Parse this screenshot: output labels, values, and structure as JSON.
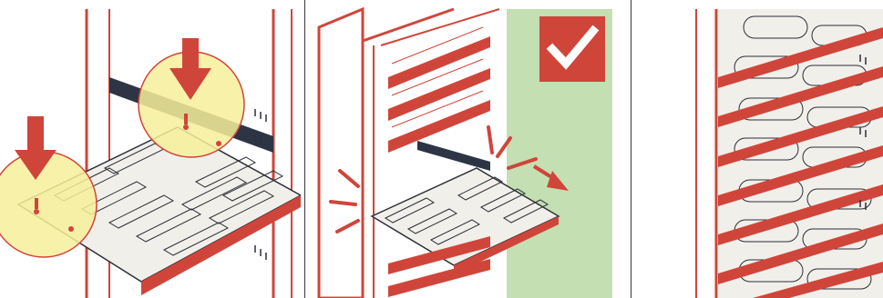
{
  "panels": [
    {
      "id": "panel-1",
      "caption": ""
    },
    {
      "id": "panel-2",
      "caption": ""
    },
    {
      "id": "panel-3",
      "caption": ""
    }
  ],
  "icons": {
    "push_down_arrow": "arrow-down-icon",
    "approval_check": "checkmark-icon",
    "slide_out_arrow": "arrow-right-icon"
  },
  "colors": {
    "red": "#d0453a",
    "dark_red": "#a8332a",
    "highlight_yellow": "#f7ee9a",
    "approval_green": "#c4dfb2",
    "check_red": "#d0453a",
    "shelf_grey": "#f1efe9",
    "line_dark": "#2b2f3a",
    "rail_navy": "#2d3545"
  }
}
